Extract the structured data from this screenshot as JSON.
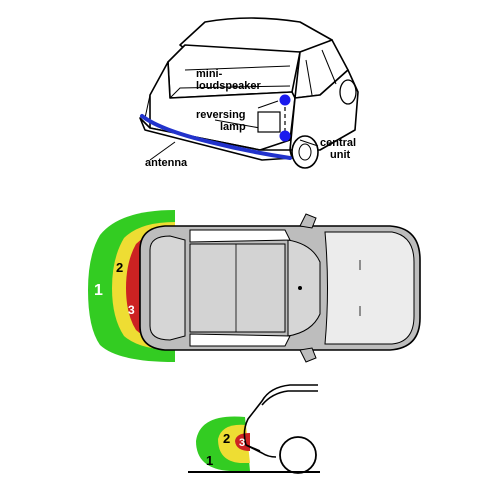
{
  "top_diagram": {
    "labels": {
      "mini_loudspeaker_line1": "mini-",
      "mini_loudspeaker_line2": "loudspeaker",
      "reversing_lamp_line1": "reversing",
      "reversing_lamp_line2": "lamp",
      "central_unit_line1": "central",
      "central_unit_line2": "unit",
      "antenna": "antenna"
    },
    "colors": {
      "antenna": "#2233cc",
      "component_dot": "#1a1aee"
    }
  },
  "middle_diagram": {
    "zones": {
      "zone1": "1",
      "zone2": "2",
      "zone3": "3"
    },
    "colors": {
      "zone1": "#33cc22",
      "zone2": "#eedd33",
      "zone3": "#cc2222"
    }
  },
  "bottom_diagram": {
    "zones": {
      "zone1": "1",
      "zone2": "2",
      "zone3": "3"
    },
    "colors": {
      "zone1": "#33cc22",
      "zone2": "#eedd33",
      "zone3": "#cc2222"
    }
  }
}
